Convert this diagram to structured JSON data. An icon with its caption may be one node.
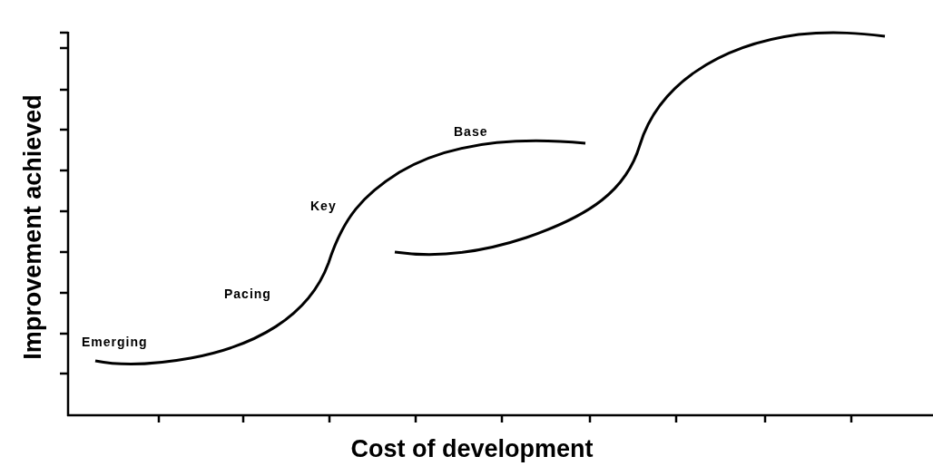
{
  "diagram": {
    "labels": [
      "Improvement achieved",
      "Base",
      "Key",
      "Pacing",
      "Emerging",
      "Cost of development"
    ]
  }
}
